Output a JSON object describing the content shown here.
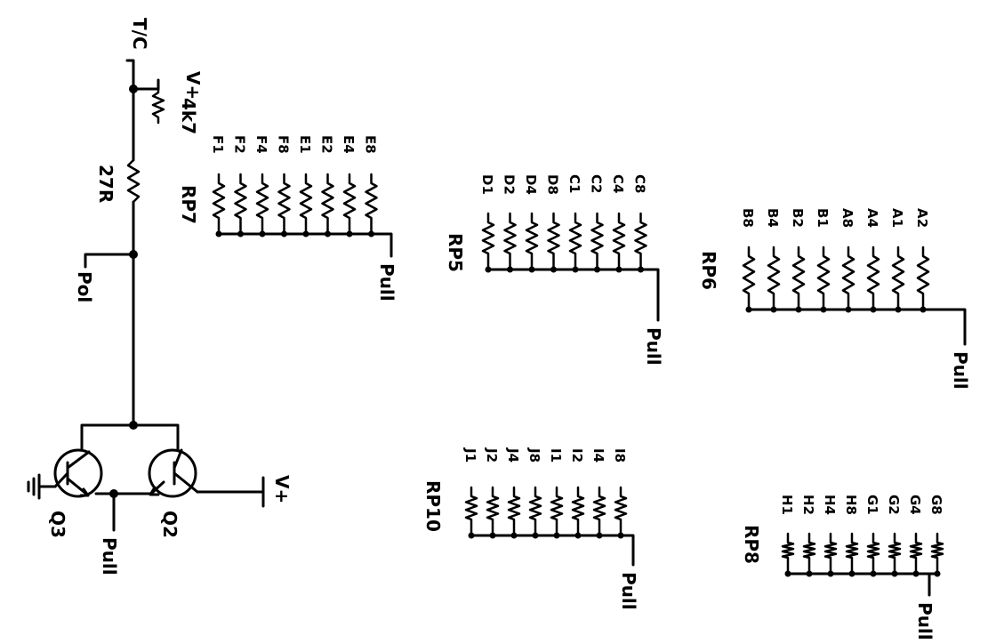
{
  "main_circuit": {
    "tc_label": "T/C",
    "vplus_top": "V+",
    "r_4k7": "4k7",
    "r_27r": "27R",
    "pol_label": "Pol",
    "vplus_right": "V+",
    "q3_label": "Q3",
    "q2_label": "Q2",
    "pull_label": "Pull"
  },
  "packs": [
    {
      "id": "rp7",
      "name": "RP7",
      "pull": "Pull",
      "labels": [
        "F1",
        "F2",
        "F4",
        "F8",
        "E1",
        "E2",
        "E4",
        "E8"
      ]
    },
    {
      "id": "rp5",
      "name": "RP5",
      "pull": "Pull",
      "labels": [
        "D1",
        "D2",
        "D4",
        "D8",
        "C1",
        "C2",
        "C4",
        "C8"
      ]
    },
    {
      "id": "rp6",
      "name": "RP6",
      "pull": "Pull",
      "labels": [
        "B8",
        "B4",
        "B2",
        "B1",
        "A8",
        "A4",
        "A1",
        "A2"
      ]
    },
    {
      "id": "rp10",
      "name": "RP10",
      "pull": "Pull",
      "labels": [
        "J1",
        "J2",
        "J4",
        "J8",
        "I1",
        "I2",
        "I4",
        "I8"
      ]
    },
    {
      "id": "rp8",
      "name": "RP8",
      "pull": "Pull",
      "labels": [
        "H1",
        "H2",
        "H4",
        "H8",
        "G1",
        "G2",
        "G4",
        "G8"
      ]
    }
  ]
}
